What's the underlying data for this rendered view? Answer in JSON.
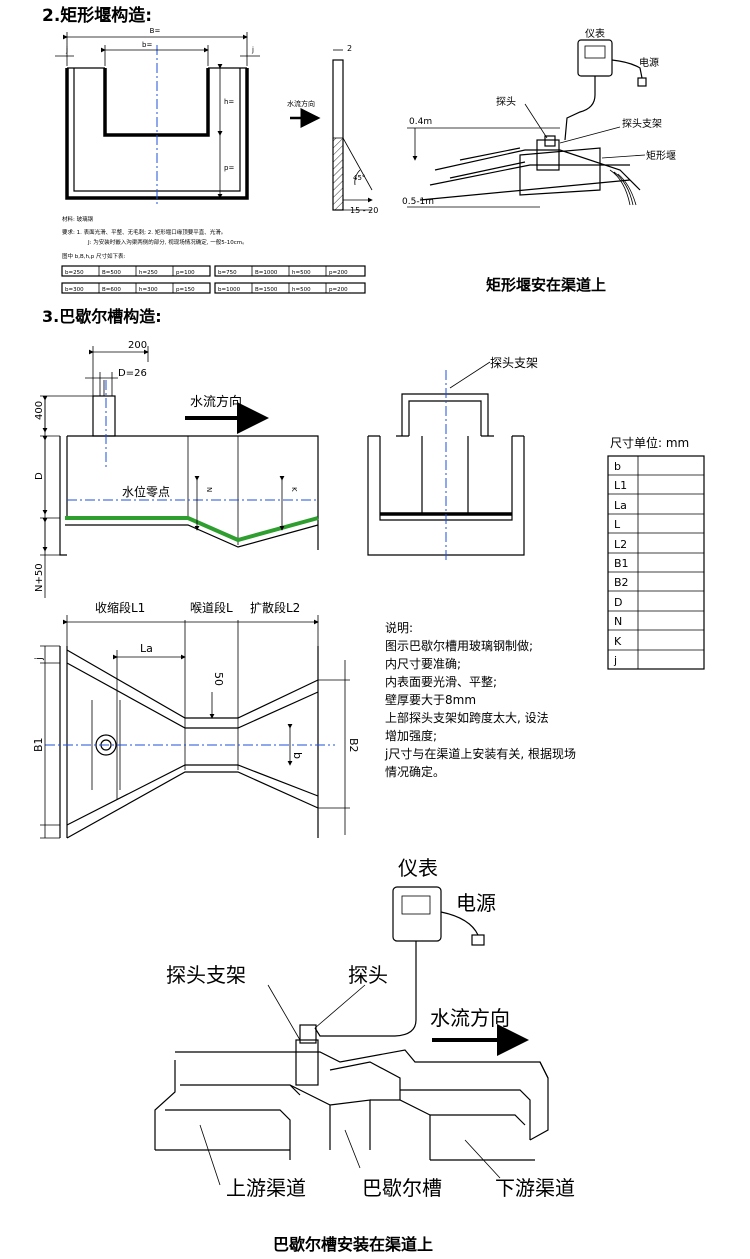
{
  "sections": {
    "rect_title": "2.矩形堰构造:",
    "parshall_title": "3.巴歇尔槽构造:"
  },
  "rect_weir": {
    "dim_B": "B=",
    "dim_b": "b=",
    "dim_j_left": "j",
    "dim_j_right": "j",
    "dim_h": "h=",
    "dim_p": "p=",
    "side_thickness": "2",
    "flow_label": "水流方向",
    "angle": "45°",
    "range_label": "15 - 20",
    "material": "材料: 玻璃钢",
    "requirement_1": "要求: 1. 表面光滑、平整、无毛刺; 2. 矩形堰口缘顶要平直、光滑。",
    "requirement_2": "J: 为安装时嵌入沟渠两侧的部分, 视现场情况确定, 一般5-10cm。",
    "table_intro": "图中 b,B,h,p 尺寸如下表:",
    "table_rows": [
      [
        "b=250",
        "B=500",
        "h=250",
        "p=100",
        "b=750",
        "B=1000",
        "h=500",
        "p=200"
      ],
      [
        "b=300",
        "B=600",
        "h=300",
        "p=150",
        "b=1000",
        "B=1500",
        "h=500",
        "p=200"
      ]
    ]
  },
  "rect_install": {
    "meter": "仪表",
    "power": "电源",
    "probe": "探头",
    "probe_bracket": "探头支架",
    "weir": "矩形堰",
    "dim_top": "0.4m",
    "dim_bottom": "0.5-1m",
    "caption": "矩形堰安在渠道上"
  },
  "parshall_elevation": {
    "dim_200": "200",
    "dim_D26": "D=26",
    "dim_400": "400",
    "dim_D": "D",
    "dim_N50": "N+50",
    "flow_label": "水流方向",
    "zero_label": "水位零点",
    "dim_N": "N",
    "dim_K": "K"
  },
  "parshall_section": {
    "bracket_label": "探头支架"
  },
  "parshall_table": {
    "unit_label": "尺寸单位: mm",
    "rows": [
      "b",
      "L1",
      "La",
      "L",
      "L2",
      "B1",
      "B2",
      "D",
      "N",
      "K",
      "j"
    ]
  },
  "parshall_plan": {
    "contract": "收缩段L1",
    "throat": "喉道段L",
    "expand": "扩散段L2",
    "dim_La": "La",
    "dim_50": "50",
    "dim_B1": "B1",
    "dim_B2": "B2",
    "dim_b": "b",
    "dim_j": "j"
  },
  "parshall_notes": [
    "说明:",
    "图示巴歇尔槽用玻璃钢制做;",
    "内尺寸要准确;",
    "内表面要光滑、平整;",
    "壁厚要大于8mm",
    "上部探头支架如跨度太大, 设法",
    "增加强度;",
    "j尺寸与在渠道上安装有关, 根据现场",
    "情况确定。"
  ],
  "parshall_install": {
    "meter": "仪表",
    "power": "电源",
    "probe_bracket": "探头支架",
    "probe": "探头",
    "flow_label": "水流方向",
    "upstream": "上游渠道",
    "parshall": "巴歇尔槽",
    "downstream": "下游渠道",
    "caption": "巴歇尔槽安装在渠道上"
  }
}
